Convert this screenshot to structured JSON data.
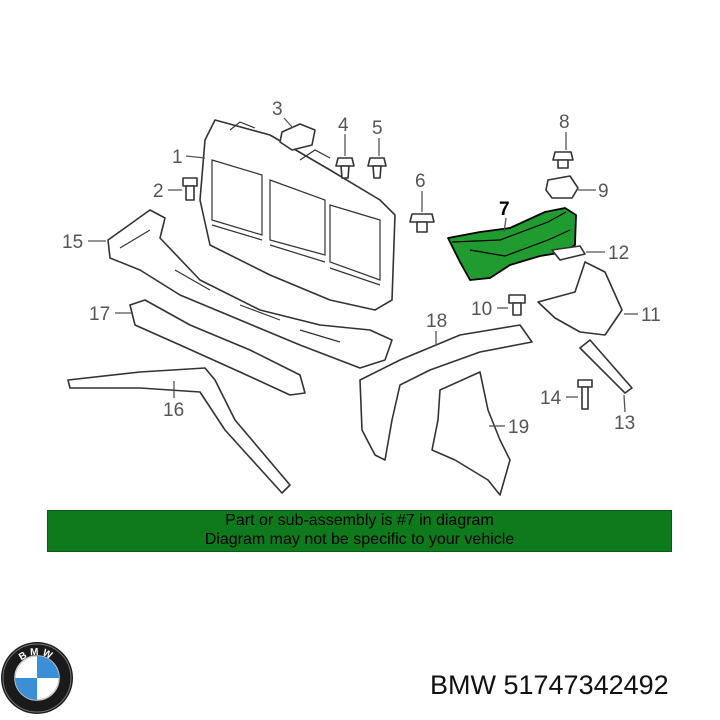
{
  "callouts": {
    "c1": "1",
    "c2": "2",
    "c3": "3",
    "c4": "4",
    "c5": "5",
    "c6": "6",
    "c7": "7",
    "c8": "8",
    "c9": "9",
    "c10": "10",
    "c11": "11",
    "c12": "12",
    "c13": "13",
    "c14": "14",
    "c15": "15",
    "c16": "16",
    "c17": "17",
    "c18": "18",
    "c19": "19"
  },
  "banner": {
    "line1": "Part or sub-assembly is #7 in diagram",
    "line2": "Diagram may not be specific to your vehicle"
  },
  "brand": {
    "logo_letters": "BMW",
    "part_number": "BMW 51747342492"
  },
  "colors": {
    "highlight": "#1f9b2f",
    "banner": "#0f7a1c",
    "logo_blue": "#3a8fd6"
  }
}
